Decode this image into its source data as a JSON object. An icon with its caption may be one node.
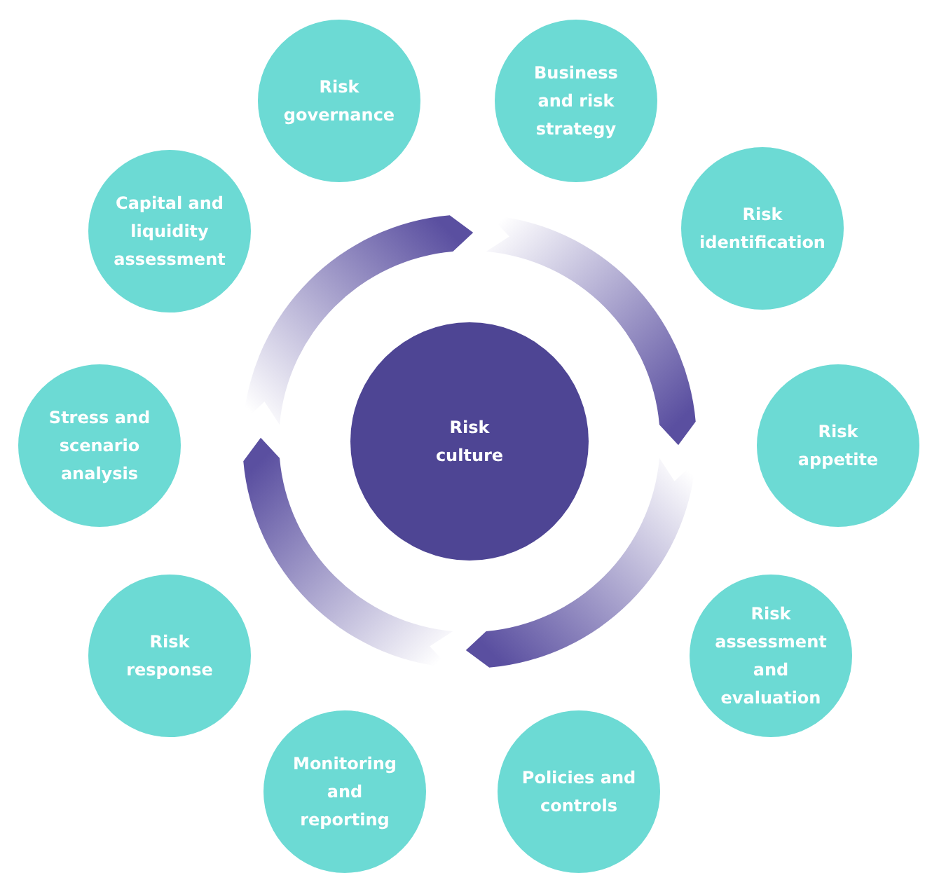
{
  "diagram": {
    "nodes": [
      {
        "text": [
          "Risk governance"
        ]
      },
      {
        "text": [
          "Business and risk strategy"
        ]
      },
      {
        "text": [
          "Risk identification"
        ]
      },
      {
        "text": [
          "Risk appetite"
        ]
      },
      {
        "text": [
          "Risk assessment and evaluation"
        ]
      },
      {
        "text": [
          "Policies and controls"
        ]
      },
      {
        "text": [
          "Monitoring and reporting"
        ]
      },
      {
        "text": [
          "Risk response"
        ]
      },
      {
        "text": [
          "Stress and scenario analysis"
        ]
      },
      {
        "text": [
          "Capital and liquidity assessment"
        ]
      },
      {
        "text": [
          "Risk culture"
        ]
      }
    ]
  }
}
